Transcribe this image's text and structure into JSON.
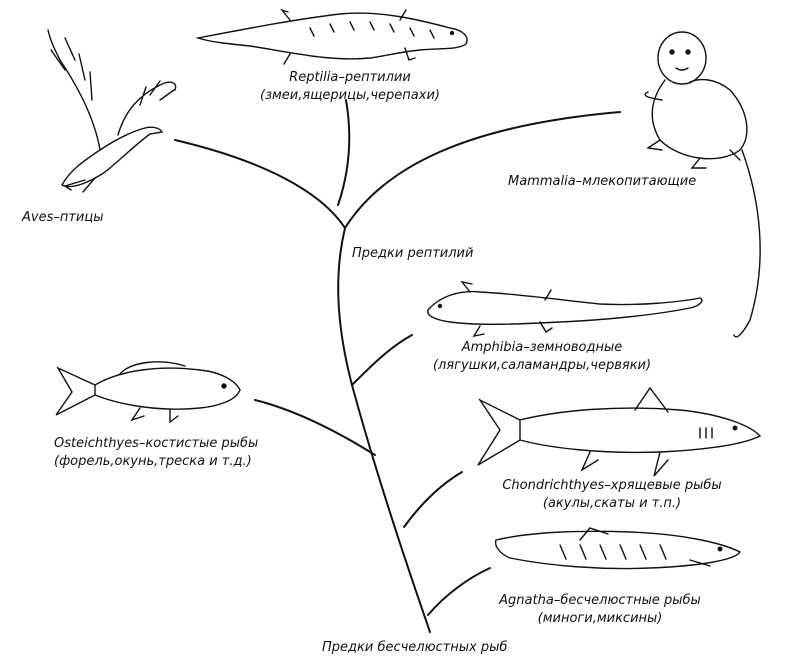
{
  "tree": {
    "root_label": "Предки бесчелюстных рыб",
    "node_label": "Предки рептилий"
  },
  "taxa": {
    "reptilia": {
      "name": "Reptilia–рептилии",
      "examples": "(змеи,ящерицы,черепахи)"
    },
    "aves": {
      "name": "Aves–птицы"
    },
    "mammalia": {
      "name": "Mammalia–млекопитающие"
    },
    "amphibia": {
      "name": "Amphibia–земноводные",
      "examples": "(лягушки,саламандры,червяки)"
    },
    "osteichthyes": {
      "name": "Osteichthyes–костистые рыбы",
      "examples": "(форель,окунь,треска и т.д.)"
    },
    "chondrichthyes": {
      "name": "Chondrichthyes–хрящевые рыбы",
      "examples": "(акулы,скаты и т.п.)"
    },
    "agnatha": {
      "name": "Agnatha–бесчелюстные рыбы",
      "examples": "(миноги,миксины)"
    }
  },
  "colors": {
    "ink": "#111111",
    "paper": "#ffffff"
  }
}
